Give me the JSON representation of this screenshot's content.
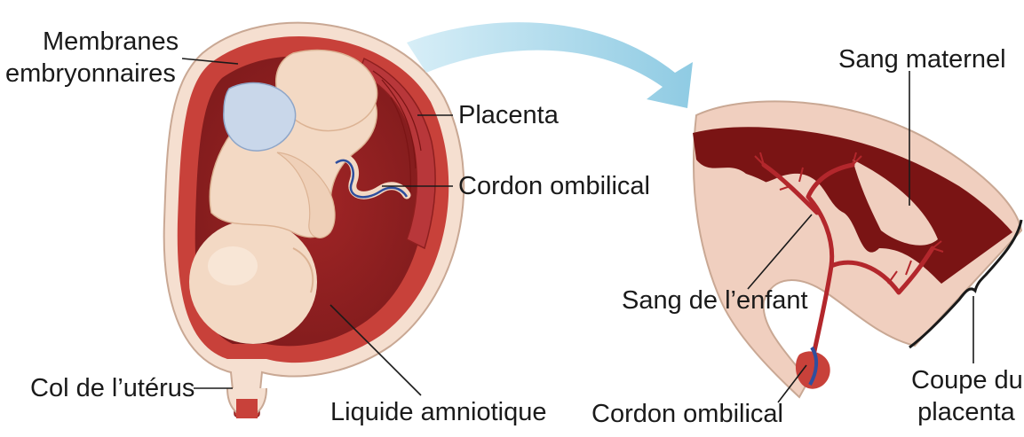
{
  "labels": {
    "membranes_line1": "Membranes",
    "membranes_line2": "embryonnaires",
    "placenta": "Placenta",
    "cordon_right": "Cordon ombilical",
    "col": "Col de l’utérus",
    "liquide": "Liquide amniotique",
    "sang_maternel": "Sang maternel",
    "sang_enfant": "Sang de l’enfant",
    "cordon_bottom": "Cordon ombilical",
    "coupe_line1": "Coupe du",
    "coupe_line2": "placenta"
  },
  "colors": {
    "uterus_wall": "#c8413a",
    "uterus_dark": "#8e1f1f",
    "skin": "#f3d9c4",
    "skin_shade": "#e9c2a6",
    "placenta_tissue": "#f0cfbf",
    "maternal_blood": "#7a1414",
    "fetal_vessels": "#b3272c",
    "vein_blue": "#2f4f9e",
    "arrow": "#9fd6ea",
    "leader_line": "#1a1a1a"
  }
}
